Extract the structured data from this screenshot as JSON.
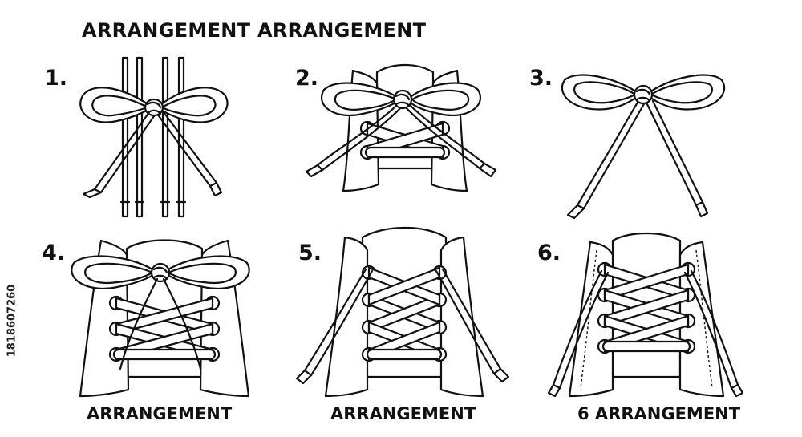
{
  "title": "ARRANGEMENT ARRANGEMENT",
  "steps": [
    {
      "number": "1."
    },
    {
      "number": "2."
    },
    {
      "number": "3."
    },
    {
      "number": "4."
    },
    {
      "number": "5."
    },
    {
      "number": "6."
    }
  ],
  "captions": {
    "step4": "ARRANGEMENT",
    "step5": "ARRANGEMENT",
    "step6": "6 ARRANGEMENT"
  },
  "stock_id": "1818607260"
}
